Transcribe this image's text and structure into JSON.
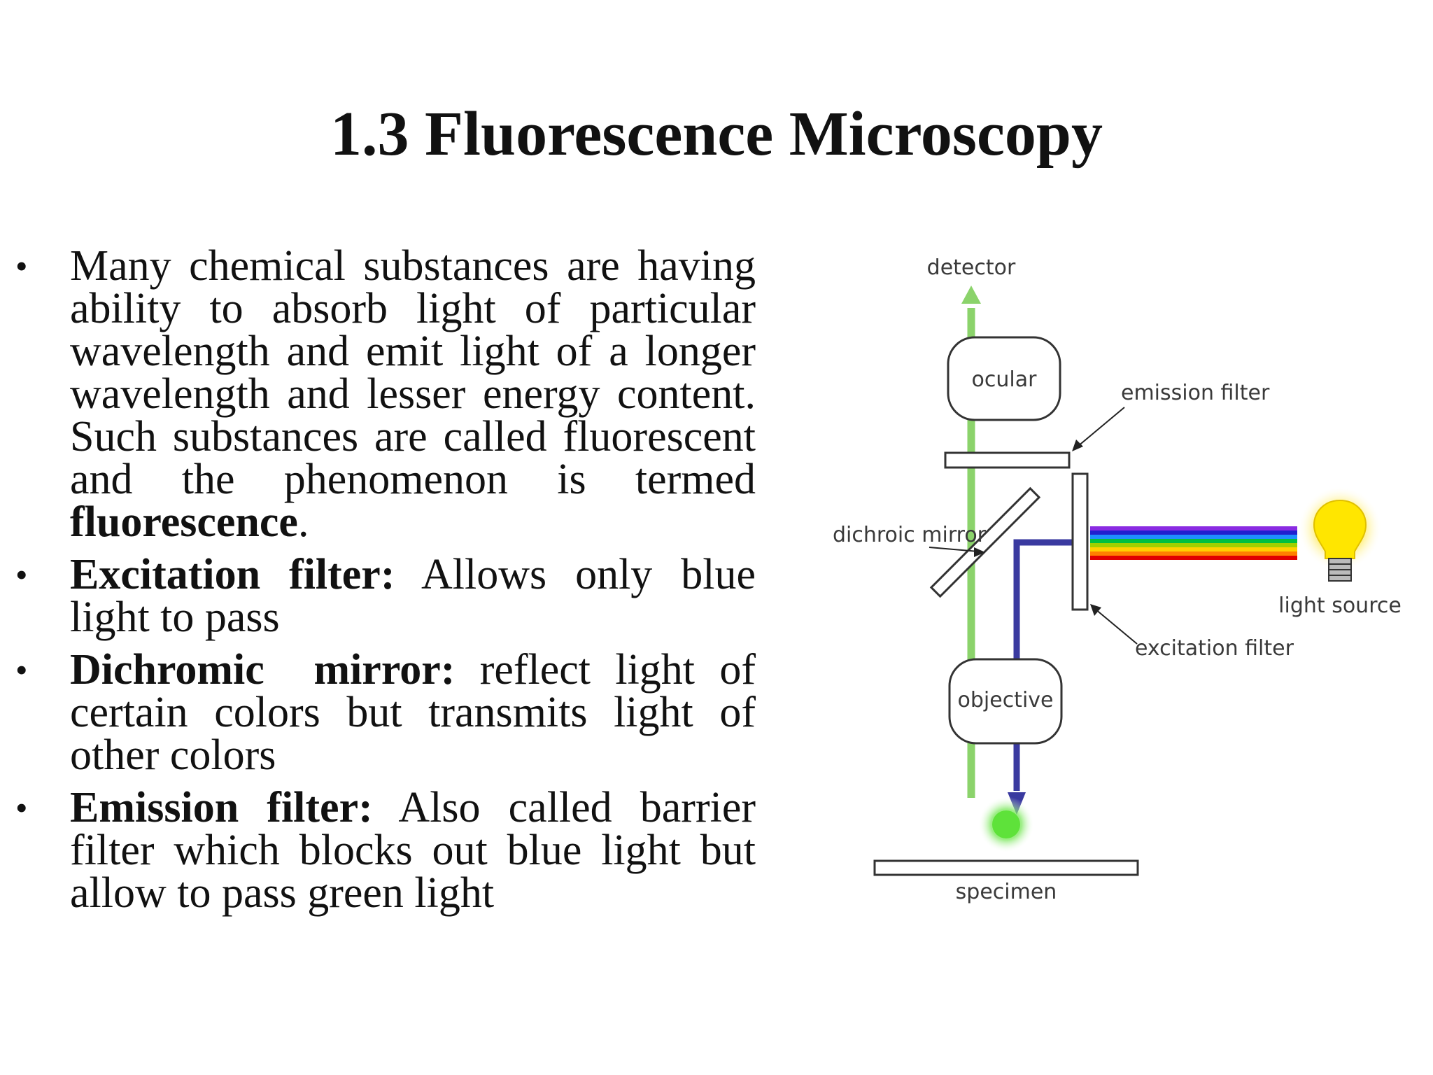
{
  "title": "1.3 Fluorescence Microscopy",
  "bullets": [
    {
      "lead": "",
      "text": "Many chemical substances are having ability to absorb light of particular wavelength and emit light of a longer wavelength and lesser energy content. Such substances are called fluorescent and the phenomenon is termed ",
      "term": "fluorescence",
      "tail": "."
    },
    {
      "lead": "Excitation filter:",
      "text": " Allows only blue light to pass"
    },
    {
      "lead": "Dichromic  mirror:",
      "text": " reflect light of certain colors but transmits light of other colors"
    },
    {
      "lead": "Emission filter:",
      "text": " Also called barrier filter which blocks out blue light but allow to pass green light"
    }
  ],
  "diagram": {
    "labels": {
      "detector": "detector",
      "ocular": "ocular",
      "emission_filter": "emission filter",
      "dichroic_mirror": "dichroic mirror",
      "light_source": "light source",
      "excitation_filter": "excitation filter",
      "objective": "objective",
      "specimen": "specimen"
    },
    "colors": {
      "emission_light": "#8bd36b",
      "excitation_light": "#3a3aa0",
      "fluorescence_spot": "#5ee23a",
      "bulb": "#ffe600",
      "spectrum": [
        "#8a2be2",
        "#2020d0",
        "#1e90ff",
        "#00c040",
        "#a0d000",
        "#ffd000",
        "#ff8000",
        "#e00000"
      ]
    }
  }
}
